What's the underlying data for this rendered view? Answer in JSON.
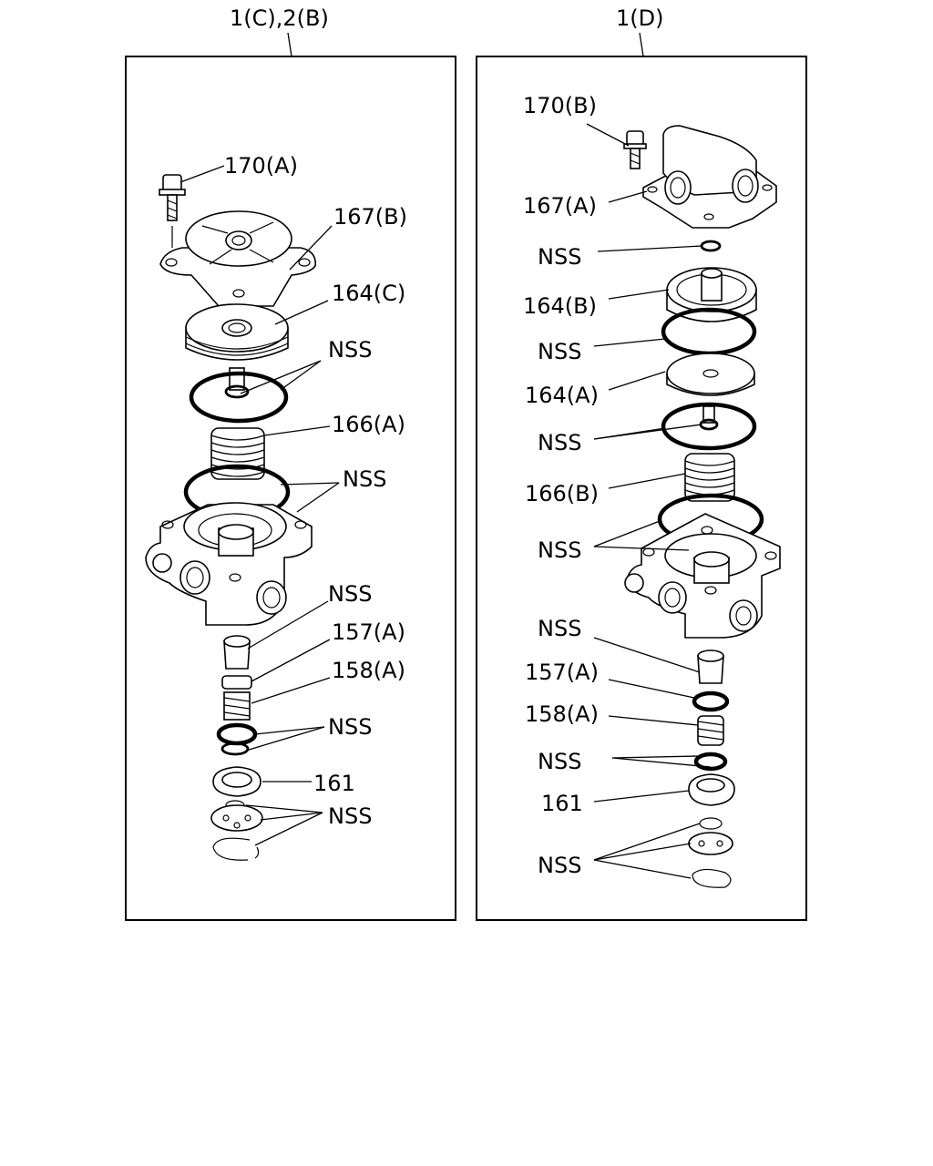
{
  "panels": [
    {
      "heading": "1(C),2(B)",
      "labels": [
        "170(A)",
        "167(B)",
        "164(C)",
        "NSS",
        "166(A)",
        "NSS",
        "NSS",
        "157(A)",
        "158(A)",
        "NSS",
        "161",
        "NSS"
      ]
    },
    {
      "heading": "1(D)",
      "labels": [
        "170(B)",
        "167(A)",
        "NSS",
        "164(B)",
        "NSS",
        "164(A)",
        "NSS",
        "166(B)",
        "NSS",
        "NSS",
        "157(A)",
        "158(A)",
        "NSS",
        "161",
        "NSS"
      ]
    }
  ]
}
